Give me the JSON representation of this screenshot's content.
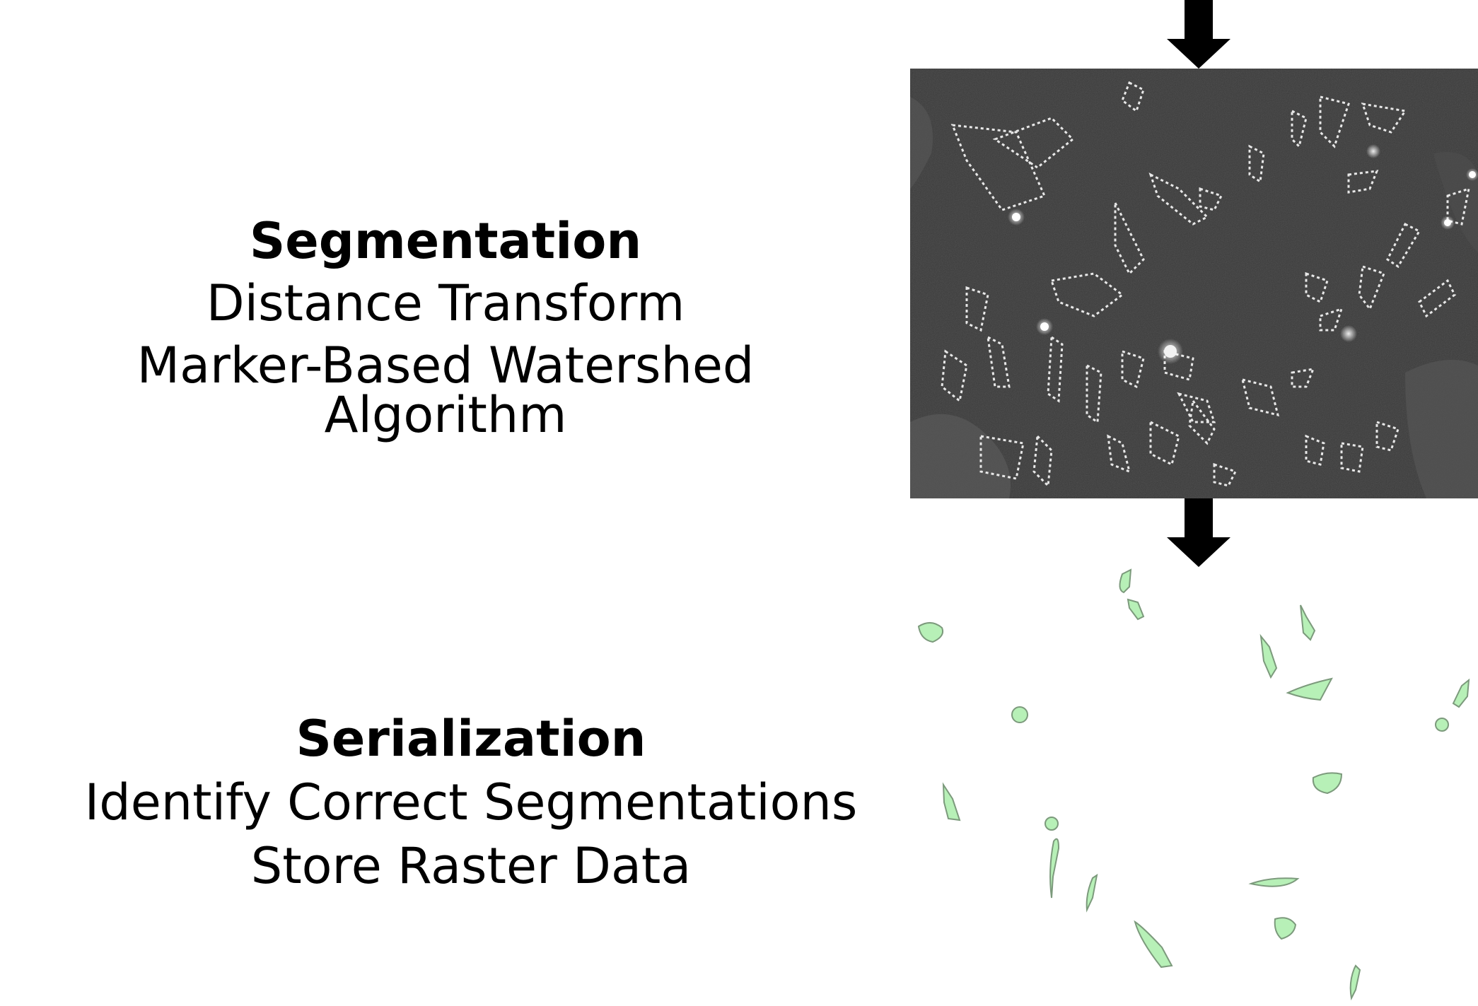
{
  "segmentation": {
    "title": "Segmentation",
    "lines": [
      "Distance Transform",
      "Marker-Based Watershed Algorithm"
    ]
  },
  "serialization": {
    "title": "Serialization",
    "lines": [
      "Identify Correct Segmentations",
      "Store Raster Data"
    ]
  },
  "colors": {
    "micrograph_bg": "#3c3c3c",
    "cell_fill": "#b7f0b7",
    "cell_stroke": "#7c9a7c",
    "arrow": "#000000"
  },
  "icons": {
    "arrow_top": "down-arrow-icon",
    "arrow_mid": "down-arrow-icon"
  }
}
